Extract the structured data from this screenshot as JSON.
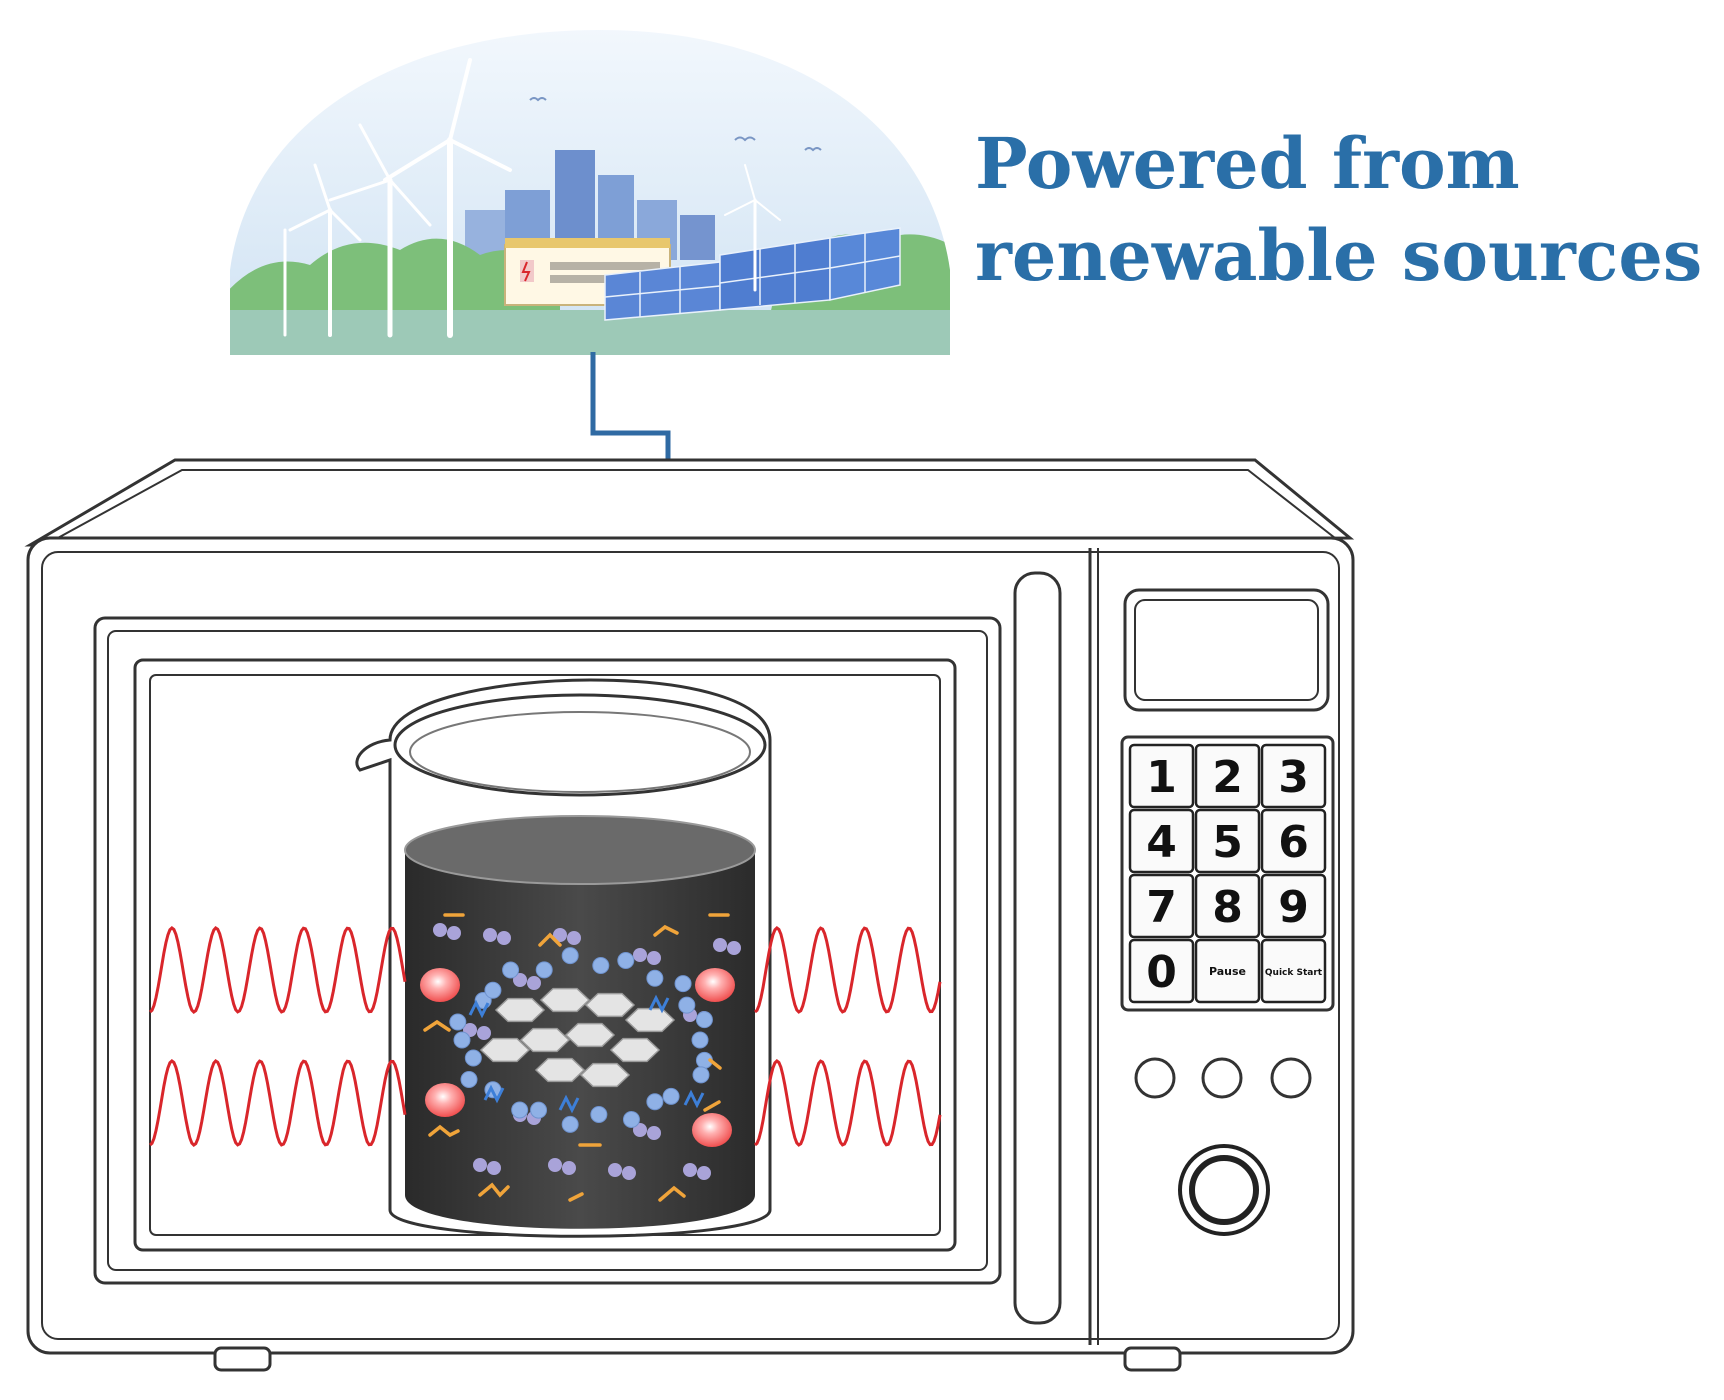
{
  "caption": {
    "line1": "Powered from",
    "line2": "renewable sources"
  },
  "keypad": {
    "keys": [
      "1",
      "2",
      "3",
      "4",
      "5",
      "6",
      "7",
      "8",
      "9",
      "0",
      "Pause",
      "Quick Start"
    ]
  },
  "colors": {
    "caption": "#2a6fa8",
    "power_line": "#2f6aa3",
    "microwave_wave": "#d9262b",
    "beaker_liquid": "#3a3a3a",
    "molecule_blue": "#8fb1e6",
    "molecule_purple": "#a9a3d9",
    "fragment_orange": "#f0a43a",
    "hotspot": "#ff6b6b"
  },
  "icons": [
    "wind-turbine-icon",
    "solar-panel-icon",
    "city-buildings-icon",
    "power-station-icon",
    "microwave-oven-icon",
    "beaker-icon",
    "graphene-sheet-icon",
    "microwave-radiation-icon"
  ]
}
